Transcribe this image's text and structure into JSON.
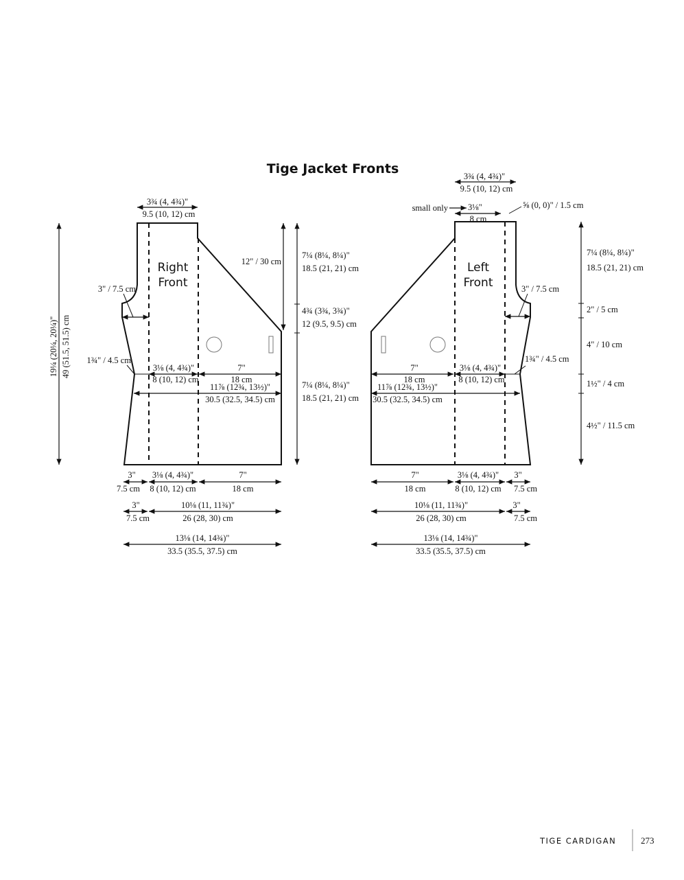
{
  "title": "Tige Jacket Fronts",
  "right_front": {
    "label_line1": "Right",
    "label_line2": "Front",
    "neck_width_in": "3¾ (4, 4¾)\"",
    "neck_width_cm": "9.5 (10, 12) cm",
    "total_length_in": "19¼ (20¼, 20¼)\"",
    "total_length_cm": "49 (51.5, 51.5) cm",
    "neck_depth": "12\" / 30 cm",
    "armhole_in": "7¼ (8¼, 8¼)\"",
    "armhole_cm": "18.5 (21, 21) cm",
    "mid_in": "4¾ (3¾, 3¾)\"",
    "mid_cm": "12 (9.5, 9.5) cm",
    "lower_in": "7¼ (8¼, 8¼)\"",
    "lower_cm": "18.5 (21, 21) cm",
    "armhole_shaping": "3\" / 7.5 cm",
    "side_shaping": "1¾\" / 4.5 cm",
    "band_in": "3⅛ (4, 4¾)\"",
    "band_cm": "8 (10, 12) cm",
    "front_in": "7\"",
    "front_cm": "18 cm",
    "waist_in": "11⅞ (12¾, 13½)\"",
    "waist_cm": "30.5 (32.5, 34.5) cm",
    "bottom": {
      "side_in": "3\"",
      "side_cm": "7.5 cm",
      "band_in": "3⅛ (4, 4¾)\"",
      "band_cm": "8 (10, 12) cm",
      "front_in": "7\"",
      "front_cm": "18 cm",
      "r2_side_in": "3\"",
      "r2_side_cm": "7.5 cm",
      "r2_in": "10⅛ (11, 11¾)\"",
      "r2_cm": "26 (28, 30) cm",
      "r3_in": "13⅛ (14, 14¾)\"",
      "r3_cm": "33.5 (35.5, 37.5) cm"
    }
  },
  "left_front": {
    "label_line1": "Left",
    "label_line2": "Front",
    "neck_width_in": "3¾ (4, 4¾)\"",
    "neck_width_cm": "9.5 (10, 12) cm",
    "small_only": "small only",
    "small_in": "3⅛\"",
    "small_cm": "8 cm",
    "small_extra": "⅝  (0, 0)\" / 1.5 cm",
    "armhole_in": "7¼ (8¼, 8¼)\"",
    "armhole_cm": "18.5 (21, 21) cm",
    "armhole_shaping": "3\" / 7.5 cm",
    "seg_2": "2\" / 5 cm",
    "seg_4": "4\" / 10 cm",
    "side_shaping": "1¾\" / 4.5 cm",
    "seg_1_5": "1½\" / 4 cm",
    "seg_4_5": "4½\" / 11.5 cm",
    "front_in": "7\"",
    "front_cm": "18 cm",
    "band_in": "3⅛ (4, 4¾)\"",
    "band_cm": "8 (10, 12) cm",
    "waist_in": "11⅞ (12¾, 13½)\"",
    "waist_cm": "30.5 (32.5, 34.5) cm",
    "bottom": {
      "front_in": "7\"",
      "front_cm": "18 cm",
      "band_in": "3⅛ (4, 4¾)\"",
      "band_cm": "8 (10, 12) cm",
      "side_in": "3\"",
      "side_cm": "7.5 cm",
      "r2_in": "10⅛ (11, 11¾)\"",
      "r2_cm": "26 (28, 30) cm",
      "r2_side_in": "3\"",
      "r2_side_cm": "7.5 cm",
      "r3_in": "13⅛ (14, 14¾)\"",
      "r3_cm": "33.5 (35.5, 37.5) cm"
    }
  },
  "footer": {
    "section": "TIGE CARDIGAN",
    "page": "273"
  }
}
